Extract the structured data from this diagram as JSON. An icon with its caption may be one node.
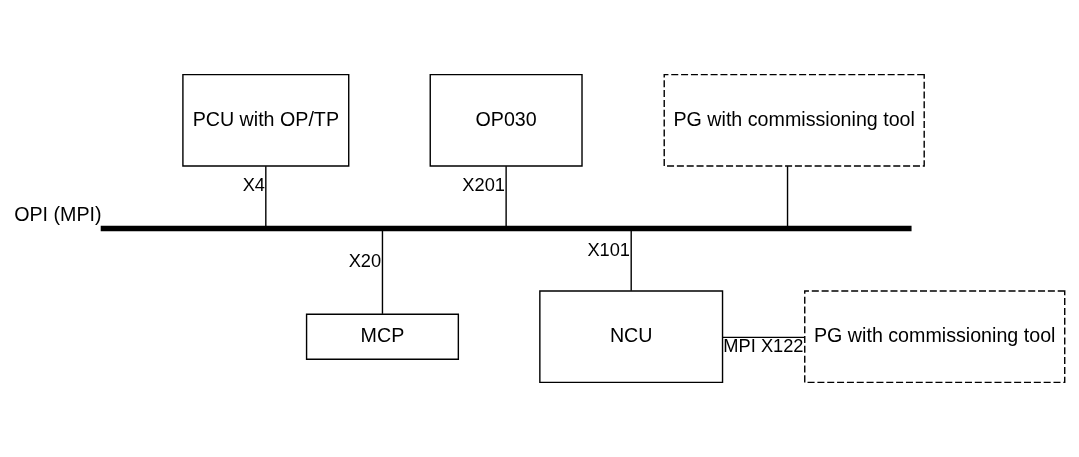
{
  "diagram": {
    "nodes": [
      {
        "text": [
          "PCU with OP/TP"
        ]
      },
      {
        "text": [
          "OP030"
        ]
      },
      {
        "text": [
          "PG with commissioning tool"
        ]
      },
      {
        "text": [],
        "shape": "bar",
        "beside": [
          "OPI (MPI)"
        ]
      },
      {
        "text": [
          "MCP"
        ]
      },
      {
        "text": [
          "NCU"
        ]
      },
      {
        "text": [
          "PG with commissioning tool"
        ]
      }
    ],
    "edges": [
      {
        "from": 0,
        "to": 3,
        "arrow": "none",
        "label": "X4"
      },
      {
        "from": 1,
        "to": 3,
        "arrow": "none",
        "label": "X201"
      },
      {
        "from": 2,
        "to": 3,
        "arrow": "none"
      },
      {
        "from": 3,
        "to": 4,
        "arrow": "none",
        "label": "X20"
      },
      {
        "from": 3,
        "to": 5,
        "arrow": "none",
        "label": "X101"
      },
      {
        "from": 5,
        "to": 6,
        "arrow": "none",
        "label": "MPI X122"
      }
    ]
  }
}
